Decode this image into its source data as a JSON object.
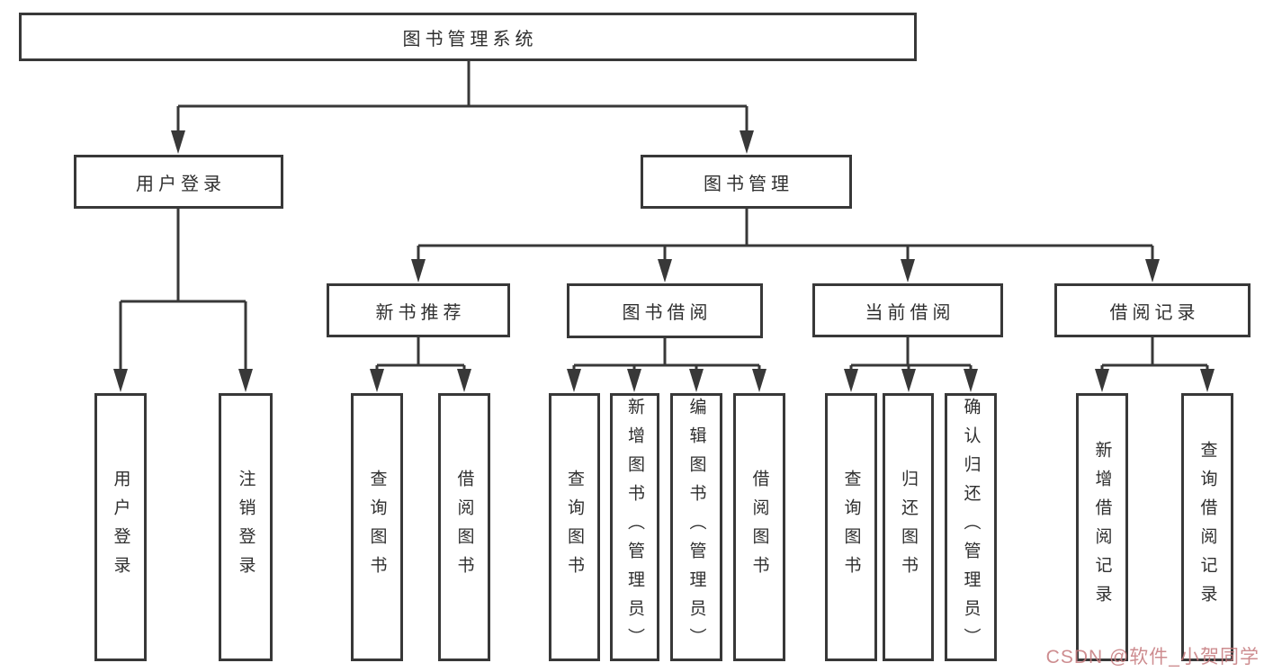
{
  "nodes": {
    "root": {
      "label": "图书管理系统"
    },
    "level2": [
      {
        "label": "用户登录"
      },
      {
        "label": "图书管理"
      }
    ],
    "level3": [
      {
        "label": "新书推荐"
      },
      {
        "label": "图书借阅"
      },
      {
        "label": "当前借阅"
      },
      {
        "label": "借阅记录"
      }
    ],
    "leaves": [
      {
        "label": "用户登录"
      },
      {
        "label": "注销登录"
      },
      {
        "label": "查询图书"
      },
      {
        "label": "借阅图书"
      },
      {
        "label": "查询图书"
      },
      {
        "label": "新增图书（管理员）"
      },
      {
        "label": "编辑图书（管理员）"
      },
      {
        "label": "借阅图书"
      },
      {
        "label": "查询图书"
      },
      {
        "label": "归还图书"
      },
      {
        "label": "确认归还（管理员）"
      },
      {
        "label": "新增借阅记录"
      },
      {
        "label": "查询借阅记录"
      }
    ]
  },
  "structure": [
    {
      "parent": "图书管理系统",
      "children": [
        "用户登录",
        "图书管理"
      ]
    },
    {
      "parent": "用户登录",
      "children": [
        "用户登录",
        "注销登录"
      ]
    },
    {
      "parent": "图书管理",
      "children": [
        "新书推荐",
        "图书借阅",
        "当前借阅",
        "借阅记录"
      ]
    },
    {
      "parent": "新书推荐",
      "children": [
        "查询图书",
        "借阅图书"
      ]
    },
    {
      "parent": "图书借阅",
      "children": [
        "查询图书",
        "新增图书（管理员）",
        "编辑图书（管理员）",
        "借阅图书"
      ]
    },
    {
      "parent": "当前借阅",
      "children": [
        "查询图书",
        "归还图书",
        "确认归还（管理员）"
      ]
    },
    {
      "parent": "借阅记录",
      "children": [
        "新增借阅记录",
        "查询借阅记录"
      ]
    }
  ],
  "watermark": {
    "text": "CSDN @软件_小贺同学",
    "color": "#c5797c"
  },
  "colors": {
    "line": "#383838",
    "box_border": "#383838",
    "text": "#2f2f2f",
    "background": "#ffffff"
  }
}
